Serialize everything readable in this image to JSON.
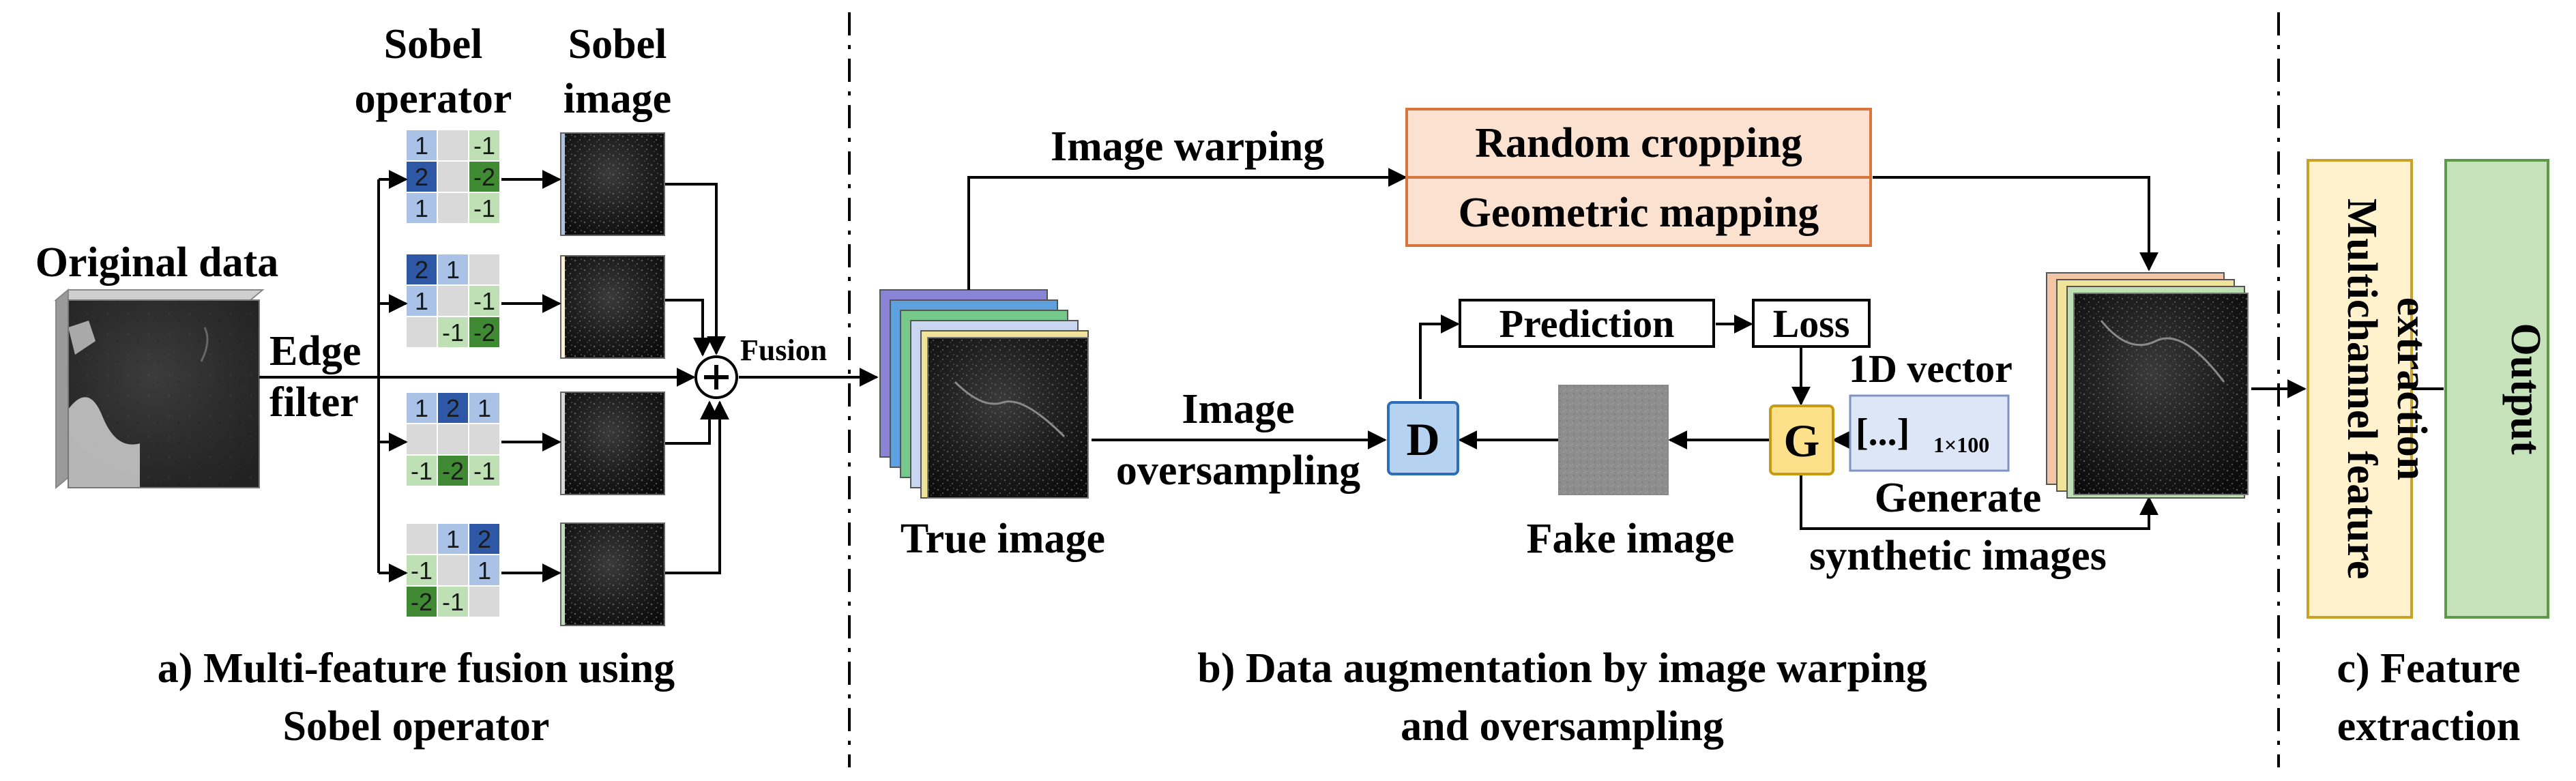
{
  "sections": {
    "a": {
      "header_operator": [
        "Sobel",
        "operator"
      ],
      "header_image": [
        "Sobel",
        "image"
      ],
      "original_label": "Original data",
      "edge_label": [
        "Edge",
        "filter"
      ],
      "fusion_label": "Fusion",
      "caption": [
        "a) Multi-feature fusion using",
        "Sobel operator"
      ],
      "kernels": [
        [
          [
            "1",
            "",
            "-1"
          ],
          [
            "2",
            "",
            "-2"
          ],
          [
            "1",
            "",
            "-1"
          ]
        ],
        [
          [
            "2",
            "1",
            ""
          ],
          [
            "1",
            "",
            "-1"
          ],
          [
            "",
            "-1",
            "-2"
          ]
        ],
        [
          [
            "1",
            "2",
            "1"
          ],
          [
            "",
            "",
            ""
          ],
          [
            "-1",
            "-2",
            "-1"
          ]
        ],
        [
          [
            "",
            "1",
            "2"
          ],
          [
            "-1",
            "",
            "1"
          ],
          [
            "-2",
            "-1",
            ""
          ]
        ]
      ]
    },
    "b": {
      "image_warping": "Image warping",
      "random_cropping": "Random cropping",
      "geometric_mapping": "Geometric mapping",
      "prediction": "Prediction",
      "loss": "Loss",
      "vector_label": "1D vector",
      "vector_symbol": "[...]",
      "vector_sub": "1×100",
      "image_oversampling": [
        "Image",
        "oversampling"
      ],
      "d_label": "D",
      "g_label": "G",
      "true_image": "True image",
      "fake_image": "Fake image",
      "generate": [
        "Generate",
        "synthetic images"
      ],
      "caption": [
        "b) Data augmentation by image warping",
        "and oversampling"
      ]
    },
    "c": {
      "multichannel": [
        "Multichannel feature",
        "extraction"
      ],
      "output": "Output",
      "caption": [
        "c) Feature",
        "extraction"
      ]
    }
  },
  "colors": {
    "blue_dark": "#2e57a5",
    "blue_mid": "#4a79c4",
    "blue_light": "#a9c2e6",
    "green_dark": "#3f8a33",
    "green_mid": "#6eb062",
    "green_light": "#bfe0b4",
    "gray": "#d9d9d9",
    "orange_fill": "#fbe1d0",
    "orange_border": "#d9743c",
    "d_fill": "#b5d2f1",
    "d_border": "#2e6db8",
    "g_fill": "#fde08a",
    "g_border": "#c79a14",
    "vector_fill": "#dde6f6",
    "yellow_fill": "#fff2cc",
    "yellow_border": "#c9a227",
    "green_fill": "#c5e2bb",
    "green_border": "#5e9a4a"
  }
}
